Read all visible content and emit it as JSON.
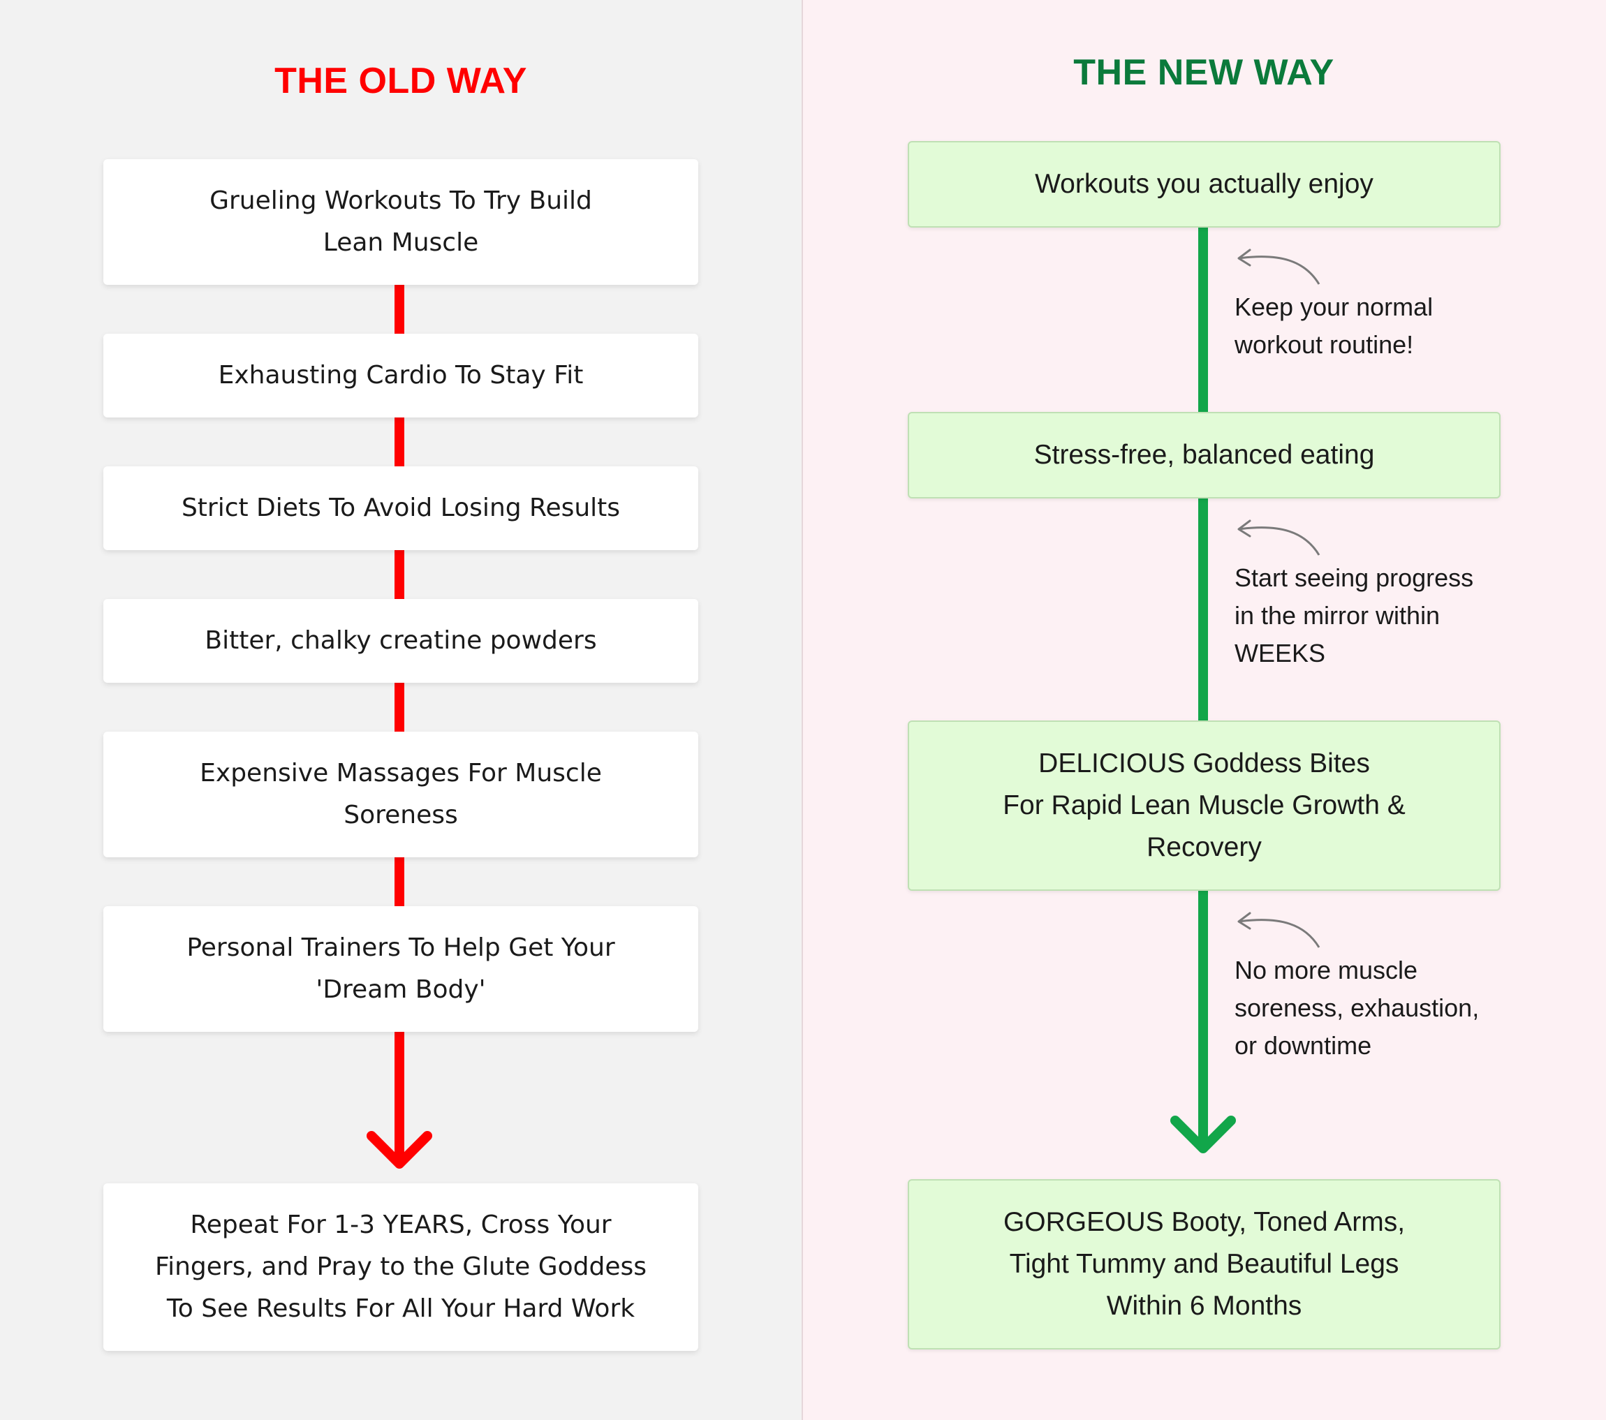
{
  "colors": {
    "old_accent": "#ff0000",
    "new_heading": "#0b7a3b",
    "new_line": "#12a64a",
    "old_bg": "#f2f2f2",
    "new_bg": "#fdf1f4",
    "new_box": "#e2fbd7"
  },
  "old_way": {
    "title": "THE OLD WAY",
    "steps": [
      "Grueling Workouts To Try Build\nLean Muscle",
      "Exhausting Cardio To Stay Fit",
      "Strict Diets To Avoid Losing Results",
      "Bitter, chalky creatine powders",
      "Expensive Massages For Muscle\nSoreness",
      "Personal Trainers To Help Get Your\n'Dream Body'"
    ],
    "result": "Repeat For 1-3 YEARS, Cross Your\nFingers, and Pray to the Glute Goddess\nTo See Results For All Your Hard Work"
  },
  "new_way": {
    "title": "THE NEW WAY",
    "steps": [
      "Workouts you actually enjoy",
      "Stress-free, balanced eating",
      "DELICIOUS Goddess Bites\nFor Rapid Lean Muscle Growth &\nRecovery"
    ],
    "notes": [
      "Keep your normal\nworkout routine!",
      "Start seeing progress\nin the mirror within\nWEEKS",
      "No more muscle\nsoreness, exhaustion,\nor downtime"
    ],
    "result": "GORGEOUS Booty, Toned Arms,\nTight Tummy and Beautiful Legs\nWithin 6 Months"
  }
}
